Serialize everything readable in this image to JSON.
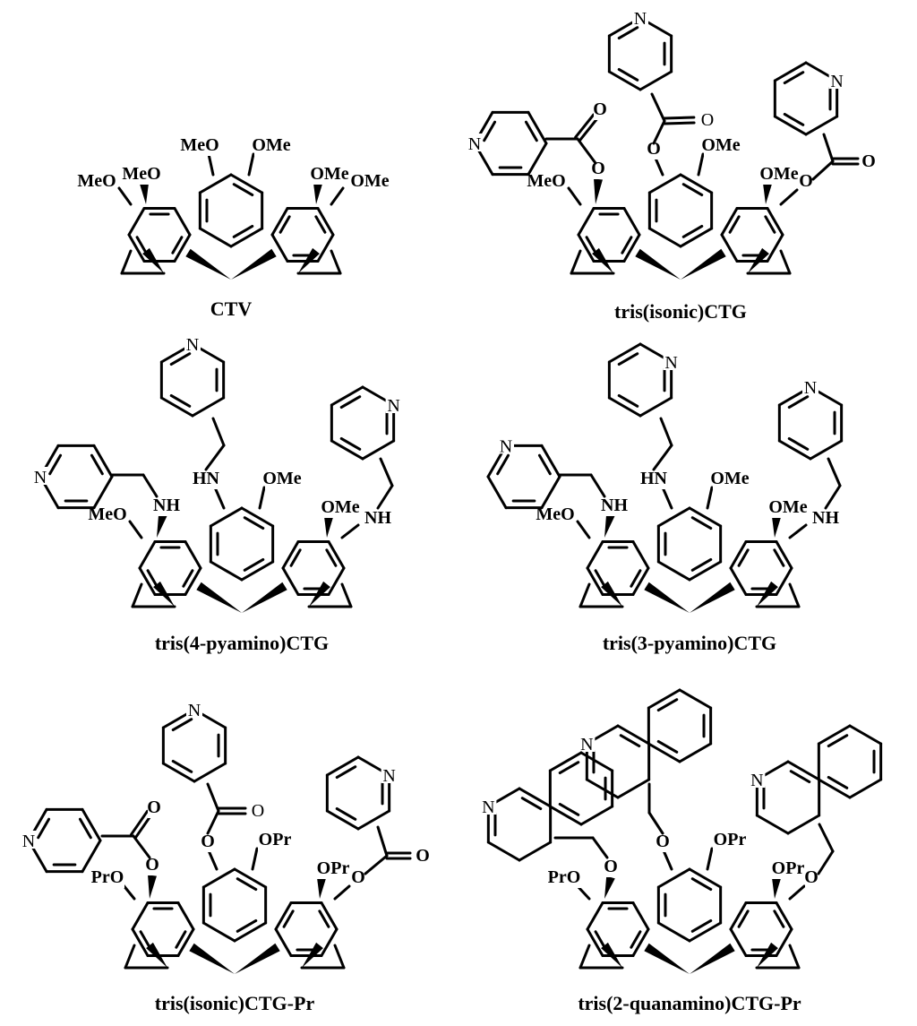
{
  "captions": [
    "CTV",
    "tris(isonic)CTG",
    "tris(4-pyamino)CTG",
    "tris(3-pyamino)CTG",
    "tris(isonic)CTG-Pr",
    "tris(2-quanamino)CTG-Pr"
  ],
  "labels": {
    "meo": "MeO",
    "ome": "OMe",
    "pro": "PrO",
    "opr": "OPr",
    "o": "O",
    "n": "N",
    "nh": "NH",
    "hn": "HN"
  }
}
